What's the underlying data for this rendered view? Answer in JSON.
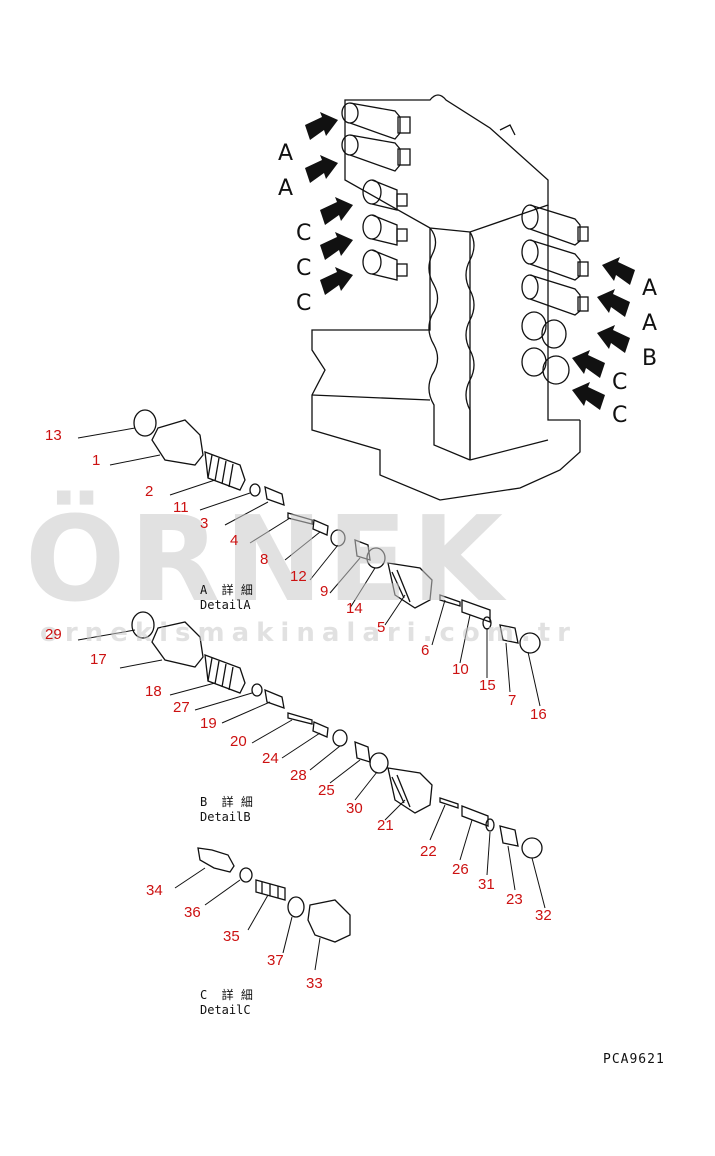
{
  "drawing_code": "PCA9621",
  "watermark": {
    "brand": "ÖRNEK",
    "site": "ornekismakinalari.com.tr"
  },
  "view_letters": {
    "left": [
      "A",
      "A",
      "C",
      "C",
      "C"
    ],
    "right": [
      "A",
      "A",
      "B",
      "C",
      "C"
    ]
  },
  "details": {
    "a": {
      "jp": "A  詳 細",
      "en": "DetailA"
    },
    "b": {
      "jp": "B  詳 細",
      "en": "DetailB"
    },
    "c": {
      "jp": "C  詳 細",
      "en": "DetailC"
    }
  },
  "callouts": {
    "c1": "1",
    "c2": "2",
    "c3": "3",
    "c4": "4",
    "c5": "5",
    "c6": "6",
    "c7": "7",
    "c8": "8",
    "c9": "9",
    "c10": "10",
    "c11": "11",
    "c12": "12",
    "c13": "13",
    "c14": "14",
    "c15": "15",
    "c16": "16",
    "c17": "17",
    "c18": "18",
    "c19": "19",
    "c20": "20",
    "c21": "21",
    "c22": "22",
    "c23": "23",
    "c24": "24",
    "c25": "25",
    "c26": "26",
    "c27": "27",
    "c28": "28",
    "c29": "29",
    "c30": "30",
    "c31": "31",
    "c32": "32",
    "c33": "33",
    "c34": "34",
    "c35": "35",
    "c36": "36",
    "c37": "37"
  },
  "colors": {
    "callout": "#cc1111",
    "line": "#111111",
    "watermark": "#c9c9c9",
    "accent": "#f5d76e"
  }
}
